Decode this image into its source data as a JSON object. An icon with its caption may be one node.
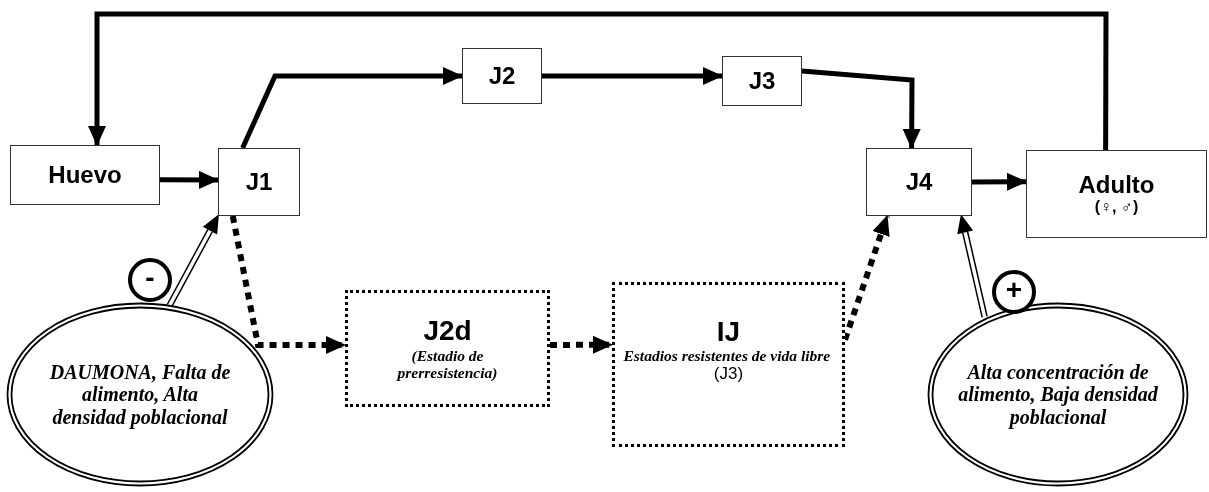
{
  "diagram": {
    "nodes": [
      {
        "text": [
          "Huevo"
        ]
      },
      {
        "text": [
          "J1"
        ]
      },
      {
        "text": [
          "J2"
        ]
      },
      {
        "text": [
          "J3"
        ]
      },
      {
        "text": [
          "J4"
        ]
      },
      {
        "text": [
          "Adulto",
          "(♀, ♂)"
        ]
      },
      {
        "text": [
          "J2d",
          "(*Estadio de prerresistencia*)"
        ]
      },
      {
        "text": [
          "IJ",
          "Estadios resistentes de vida libre",
          "(J3)"
        ]
      },
      {
        "text": [
          "DAUMONA, Falta de alimento, Alta densidad poblacional"
        ]
      },
      {
        "text": [
          "Alta concentración de alimento, Baja densidad poblacional"
        ]
      },
      {
        "text": [
          "-"
        ]
      },
      {
        "text": [
          "+"
        ]
      }
    ],
    "edges": [
      {
        "from": 0,
        "to": 1,
        "arrow": "to"
      },
      {
        "from": 1,
        "to": 2,
        "arrow": "to"
      },
      {
        "from": 2,
        "to": 3,
        "arrow": "to"
      },
      {
        "from": 3,
        "to": 4,
        "arrow": "to"
      },
      {
        "from": 4,
        "to": 5,
        "arrow": "to"
      },
      {
        "from": 5,
        "to": 0,
        "arrow": "to"
      },
      {
        "from": 1,
        "to": 6,
        "arrow": "to",
        "style": "dashed"
      },
      {
        "from": 6,
        "to": 7,
        "arrow": "to",
        "style": "dashed"
      },
      {
        "from": 7,
        "to": 4,
        "arrow": "to",
        "style": "dashed"
      },
      {
        "from": 8,
        "to": 1,
        "arrow": "to"
      },
      {
        "from": 9,
        "to": 4,
        "arrow": "to"
      }
    ]
  }
}
